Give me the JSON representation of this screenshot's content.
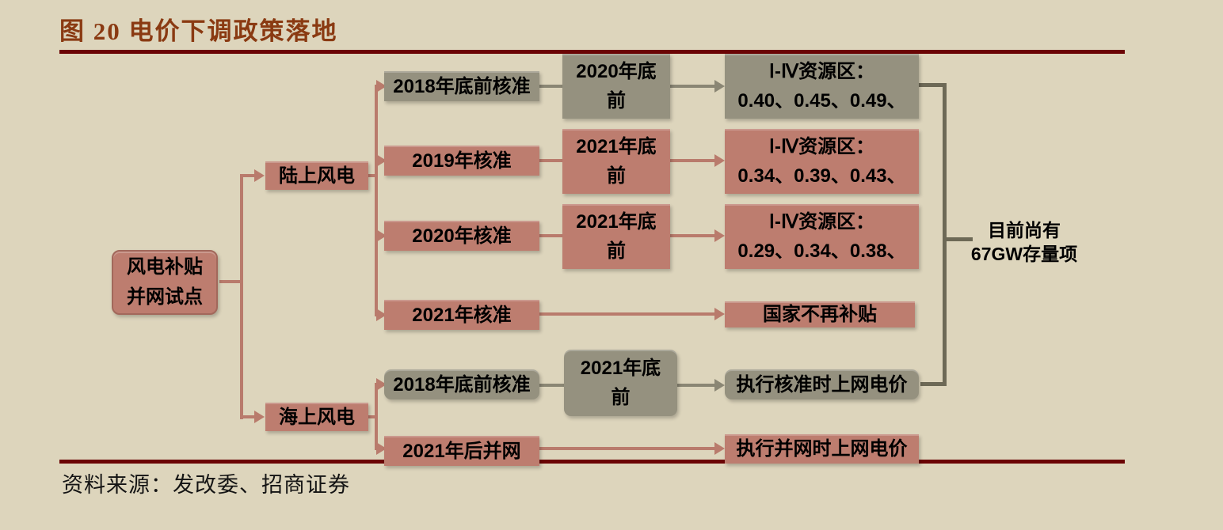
{
  "figure": {
    "title": "图 20  电价下调政策落地",
    "source": "资料来源：发改委、招商证券"
  },
  "colors": {
    "background": "#ddd5bc",
    "box_salmon": "#bd7d6f",
    "box_gray": "#95917f",
    "connector_salmon": "#b97b6c",
    "connector_gray": "#8a8674",
    "connector_dark": "#6d6956",
    "rule": "#6b0404",
    "title": "#8a3a12"
  },
  "diagram": {
    "root": "风电补贴\n并网试点",
    "onshore": "陆上风电",
    "offshore": "海上风电",
    "rows": [
      {
        "approval": "2018年底前核准",
        "deadline": "2020年底\n前",
        "result": "Ⅰ-Ⅳ资源区：\n0.40、0.45、0.49、"
      },
      {
        "approval": "2019年核准",
        "deadline": "2021年底\n前",
        "result": "Ⅰ-Ⅳ资源区：\n0.34、0.39、0.43、"
      },
      {
        "approval": "2020年核准",
        "deadline": "2021年底\n前",
        "result": "Ⅰ-Ⅳ资源区：\n0.29、0.34、0.38、"
      },
      {
        "approval": "2021年核准",
        "result": "国家不再补贴"
      },
      {
        "approval": "2018年底前核准",
        "deadline": "2021年底\n前",
        "result": "执行核准时上网电价"
      },
      {
        "approval": "2021年后并网",
        "result": "执行并网时上网电价"
      }
    ],
    "side_note": "目前尚有\n67GW存量项"
  }
}
